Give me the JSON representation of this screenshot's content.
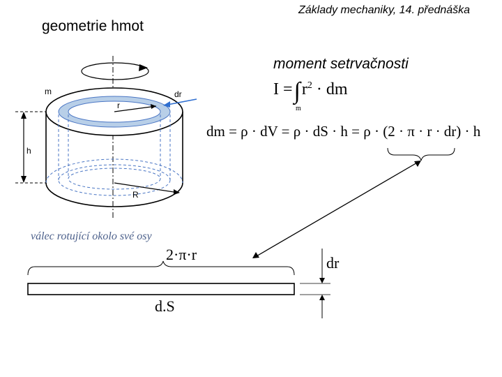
{
  "header": {
    "title": "Základy mechaniky, 14. přednáška"
  },
  "slide": {
    "title": "geometrie hmot",
    "subtitle": "moment setrvačnosti"
  },
  "formulas": {
    "integral_lhs": "I =",
    "integral_body": "r",
    "integral_exp": "2",
    "integral_tail": " · dm",
    "integral_limit": "m",
    "dm": "dm = ρ · dV = ρ · dS · h = ρ · (2 · π · r · dr) · h"
  },
  "figure": {
    "labels": {
      "m": "m",
      "dr": "dr",
      "r": "r",
      "h": "h",
      "R": "R"
    },
    "caption": "válec rotující okolo své osy"
  },
  "strip": {
    "circumference": "2·π·r",
    "thickness": "dr",
    "area": "d.S"
  },
  "colors": {
    "ring": "#b8cfe8",
    "dashed": "#4a76c4",
    "caption": "#4b5f8a",
    "arrow": "#2f6fd0"
  }
}
